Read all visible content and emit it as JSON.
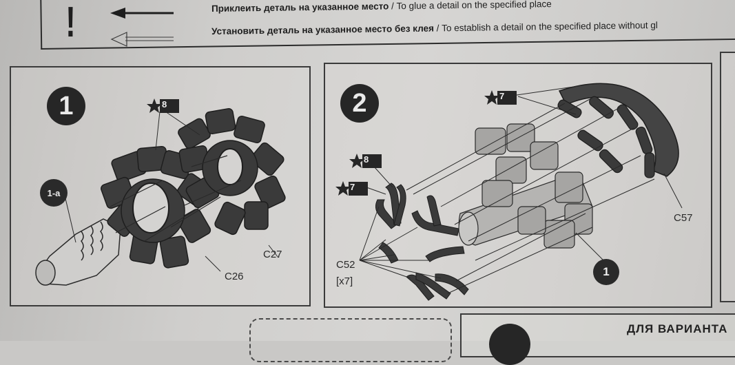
{
  "legend": {
    "glue_ru": "Приклеить деталь на указанное место",
    "glue_en": " / To glue a detail on the specified place",
    "noglue_ru": "Установить деталь на указанное место без клея",
    "noglue_en": " / To establish a detail on the specified place without gl"
  },
  "step1": {
    "number": "1",
    "paint_ref": "8",
    "subassembly": "1-a",
    "parts": [
      "C26",
      "C27"
    ]
  },
  "step2": {
    "number": "2",
    "paint_refs": [
      "7",
      "8",
      "7"
    ],
    "parts": {
      "ring": "C57",
      "pipes": "C52",
      "qty": "[x7]"
    },
    "subassembly": "1"
  },
  "variant": {
    "title": "ДЛЯ ВАРИАНТА"
  },
  "colors": {
    "ink": "#262626",
    "paper": "#d2d1cf",
    "part_dark": "#3c3c3c",
    "part_light": "#a9a8a6"
  }
}
